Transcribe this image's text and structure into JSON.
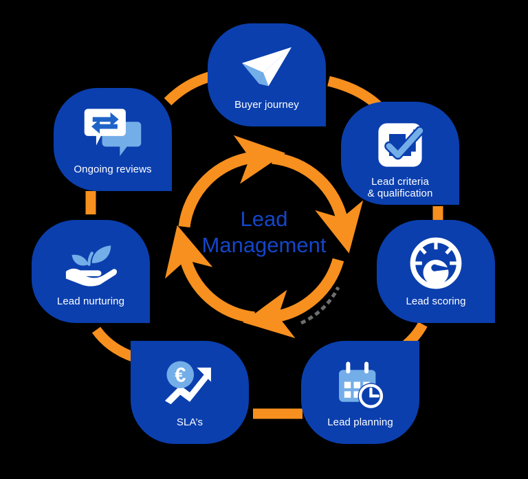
{
  "diagram": {
    "title": "Lead Management",
    "type": "cycle-diagram",
    "center_label_line1": "Lead",
    "center_label_line2": "Management",
    "colors": {
      "node_blue": "#0B3FAE",
      "accent_orange": "#F7901E",
      "center_text_blue": "#1446C8",
      "icon_white": "#FFFFFF",
      "icon_light_blue": "#74AEE8",
      "background": "#000000",
      "watermark_gray": "#6E6E6E"
    },
    "cycle_arrow_count": 3,
    "cycle_direction": "clockwise",
    "nodes": [
      {
        "id": "buyer-journey",
        "label": "Buyer journey",
        "label_line1": "Buyer journey",
        "label_line2": "",
        "icon": "paper-plane-icon",
        "position": "top"
      },
      {
        "id": "lead-criteria",
        "label": "Lead criteria & qualification",
        "label_line1": "Lead criteria",
        "label_line2": "& qualification",
        "icon": "checkbox-check-icon",
        "position": "top-right"
      },
      {
        "id": "lead-scoring",
        "label": "Lead scoring",
        "label_line1": "Lead scoring",
        "label_line2": "",
        "icon": "gauge-icon",
        "position": "right"
      },
      {
        "id": "lead-planning",
        "label": "Lead planning",
        "label_line1": "Lead planning",
        "label_line2": "",
        "icon": "calendar-clock-icon",
        "position": "bottom-right"
      },
      {
        "id": "slas",
        "label": "SLA’s",
        "label_line1": "SLA’s",
        "label_line2": "",
        "icon": "euro-growth-icon",
        "position": "bottom-left"
      },
      {
        "id": "lead-nurturing",
        "label": "Lead nurturing",
        "label_line1": "Lead nurturing",
        "label_line2": "",
        "icon": "hand-plant-icon",
        "position": "left"
      },
      {
        "id": "ongoing-reviews",
        "label": "Ongoing reviews",
        "label_line1": "Ongoing reviews",
        "label_line2": "",
        "icon": "chat-exchange-icon",
        "position": "top-left"
      }
    ]
  }
}
